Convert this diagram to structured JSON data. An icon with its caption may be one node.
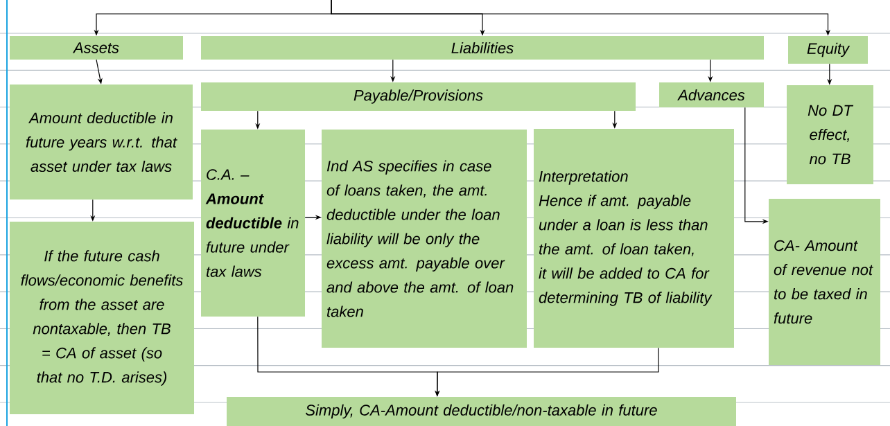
{
  "diagram": {
    "nodes": [
      {
        "text": [
          "Assets"
        ]
      },
      {
        "text": [
          "Liabilities"
        ]
      },
      {
        "text": [
          "Equity"
        ]
      },
      {
        "text": [
          "Amount deductible in future years w.r.t. that asset under tax laws"
        ]
      },
      {
        "text": [
          "Payable/Provisions"
        ]
      },
      {
        "text": [
          "Advances"
        ]
      },
      {
        "text": [
          "No DT effect, no TB"
        ]
      },
      {
        "text": [
          "If the future cash flows/economic benefits from the asset are nontaxable, then TB = CA of asset (so that no T.D. arises)"
        ]
      },
      {
        "text": [
          "C.A. – **Amount deductible** in future under tax laws"
        ]
      },
      {
        "text": [
          "Ind AS specifies in case of loans taken, the amt. deductible under the loan liability will be only the excess amt. payable over and above the amt. of loan taken"
        ]
      },
      {
        "text": [
          "Interpretation",
          "Hence if amt. payable under a loan is less than the amt. of loan taken, it will be added to CA for determining TB of liability"
        ]
      },
      {
        "text": [
          "CA- Amount of revenue not to be taxed in future"
        ]
      },
      {
        "text": [
          "Simply, CA-Amount deductible/non-taxable in future"
        ]
      }
    ],
    "edges": [
      {
        "from": null,
        "to": 0,
        "arrow": "to"
      },
      {
        "from": null,
        "to": 1,
        "arrow": "to"
      },
      {
        "from": null,
        "to": 2,
        "arrow": "to"
      },
      {
        "from": 0,
        "to": 3,
        "arrow": "to"
      },
      {
        "from": 1,
        "to": 4,
        "arrow": "to"
      },
      {
        "from": 1,
        "to": 5,
        "arrow": "to"
      },
      {
        "from": 2,
        "to": 6,
        "arrow": "to"
      },
      {
        "from": 3,
        "to": 7,
        "arrow": "to"
      },
      {
        "from": 4,
        "to": 8,
        "arrow": "to"
      },
      {
        "from": 4,
        "to": 10,
        "arrow": "to"
      },
      {
        "from": 8,
        "to": 9,
        "arrow": "to"
      },
      {
        "from": 5,
        "to": 11,
        "arrow": "to"
      },
      {
        "from": 8,
        "to": 12,
        "arrow": "to"
      },
      {
        "from": 10,
        "to": 12,
        "arrow": "to"
      }
    ]
  }
}
